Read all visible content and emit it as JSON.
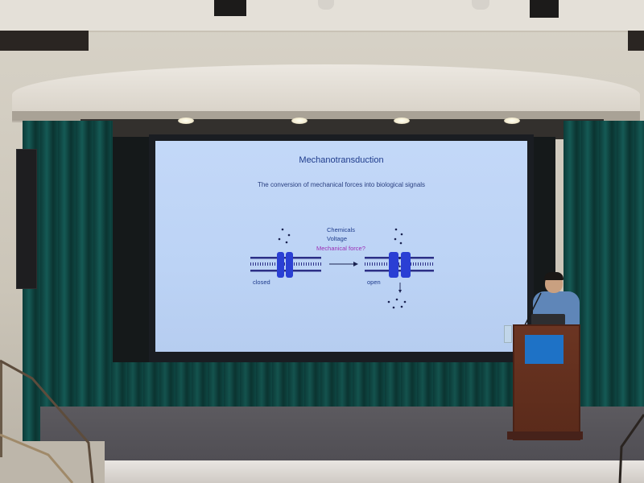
{
  "scene": "lecture-hall-presentation",
  "slide": {
    "title": "Mechanotransduction",
    "subtitle": "The conversion of mechanical forces into biological signals",
    "stimuli": [
      "Chemicals",
      "Voltage"
    ],
    "stimulus_question": "Mechanical force?",
    "state_closed": "closed",
    "state_open": "open"
  },
  "colors": {
    "slide_background": "#bcd3f5",
    "text_blue": "#1f3c8c",
    "channel_blue": "#2a3fd4",
    "highlight_pink": "#9b2fb5",
    "curtain_teal": "#0e4642",
    "podium_wood": "#5a2a1a",
    "podium_sign_blue": "#1e72c6"
  }
}
